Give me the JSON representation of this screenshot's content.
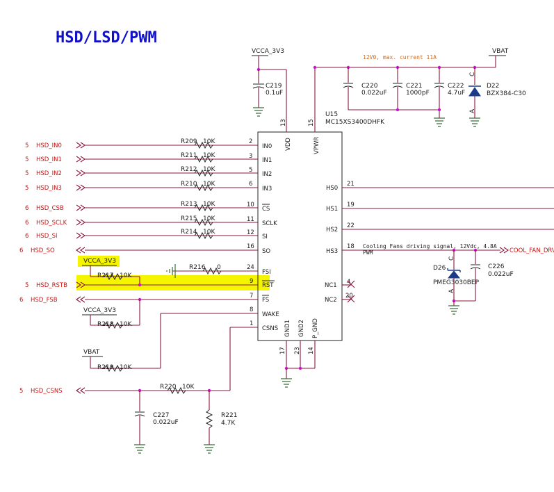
{
  "title": "HSD/LSD/PWM",
  "power": {
    "vcca": "VCCA_3V3",
    "vbat": "VBAT"
  },
  "note_supply": "12V0, max. current  11A",
  "ic": {
    "ref": "U15",
    "part": "MC15XS3400DHFK"
  },
  "left_pins": [
    {
      "name": "IN0",
      "num": "2"
    },
    {
      "name": "IN1",
      "num": "3"
    },
    {
      "name": "IN2",
      "num": "5"
    },
    {
      "name": "IN3",
      "num": "6"
    },
    {
      "name": "CS",
      "num": "10"
    },
    {
      "name": "SCLK",
      "num": "11"
    },
    {
      "name": "SI",
      "num": "12"
    },
    {
      "name": "SO",
      "num": "16"
    },
    {
      "name": "FSI",
      "num": "24"
    },
    {
      "name": "RST",
      "num": "9"
    },
    {
      "name": "FS",
      "num": "7"
    },
    {
      "name": "WAKE",
      "num": "8"
    },
    {
      "name": "CSNS",
      "num": "1"
    }
  ],
  "top_pins": [
    {
      "name": "VDD",
      "num": "13"
    },
    {
      "name": "VPWR",
      "num": "15"
    }
  ],
  "right_pins": [
    {
      "name": "HS0",
      "num": "21"
    },
    {
      "name": "HS1",
      "num": "19"
    },
    {
      "name": "HS2",
      "num": "22"
    },
    {
      "name": "HS3",
      "num": "18"
    },
    {
      "name": "NC1",
      "num": "4"
    },
    {
      "name": "NC2",
      "num": "20"
    }
  ],
  "bottom_pins": [
    {
      "name": "GND1",
      "num": "17"
    },
    {
      "name": "GND2",
      "num": "23"
    },
    {
      "name": "P_GND",
      "num": "14"
    }
  ],
  "nets": [
    {
      "sheet": "5",
      "name": "HSD_IN0"
    },
    {
      "sheet": "5",
      "name": "HSD_IN1"
    },
    {
      "sheet": "5",
      "name": "HSD_IN2"
    },
    {
      "sheet": "5",
      "name": "HSD_IN3"
    },
    {
      "sheet": "6",
      "name": "HSD_CSB"
    },
    {
      "sheet": "6",
      "name": "HSD_SCLK"
    },
    {
      "sheet": "6",
      "name": "HSD_SI"
    },
    {
      "sheet": "6",
      "name": "HSD_SO"
    },
    {
      "sheet": "5",
      "name": "HSD_RSTB"
    },
    {
      "sheet": "6",
      "name": "HSD_FSB"
    },
    {
      "sheet": "5",
      "name": "HSD_CSNS"
    }
  ],
  "resistors": [
    {
      "ref": "R209",
      "val": "10K"
    },
    {
      "ref": "R211",
      "val": "10K"
    },
    {
      "ref": "R212",
      "val": "10K"
    },
    {
      "ref": "R210",
      "val": "10K"
    },
    {
      "ref": "R213",
      "val": "10K"
    },
    {
      "ref": "R215",
      "val": "10K"
    },
    {
      "ref": "R214",
      "val": "10K"
    },
    {
      "ref": "R216",
      "val": "0"
    },
    {
      "ref": "R217",
      "val": "10K"
    },
    {
      "ref": "R218",
      "val": "10K"
    },
    {
      "ref": "R219",
      "val": "10K"
    },
    {
      "ref": "R220",
      "val": "10K"
    },
    {
      "ref": "R221",
      "val": "4.7K"
    }
  ],
  "capacitors": [
    {
      "ref": "C219",
      "val": "0.1uF"
    },
    {
      "ref": "C220",
      "val": "0.022uF"
    },
    {
      "ref": "C221",
      "val": "1000pF"
    },
    {
      "ref": "C222",
      "val": "4.7uF"
    },
    {
      "ref": "C226",
      "val": "0.022uF"
    },
    {
      "ref": "C227",
      "val": "0.022uF"
    }
  ],
  "diodes": [
    {
      "ref": "D22",
      "part": "BZX384-C30",
      "a": "A",
      "c": "C"
    },
    {
      "ref": "D26",
      "part": "PMEG3030BEP",
      "a": "A",
      "c": "C"
    }
  ],
  "fan_note": "Cooling Fans driving signal, 12Vdc, 4.8A",
  "fan_note2": "PWM",
  "fan_net": "COOL_FAN_DRV",
  "highlight_color": "#f5f500",
  "wire_color": "#8b1538",
  "net_color": "#cc1111",
  "junction_color": "#d010d0"
}
